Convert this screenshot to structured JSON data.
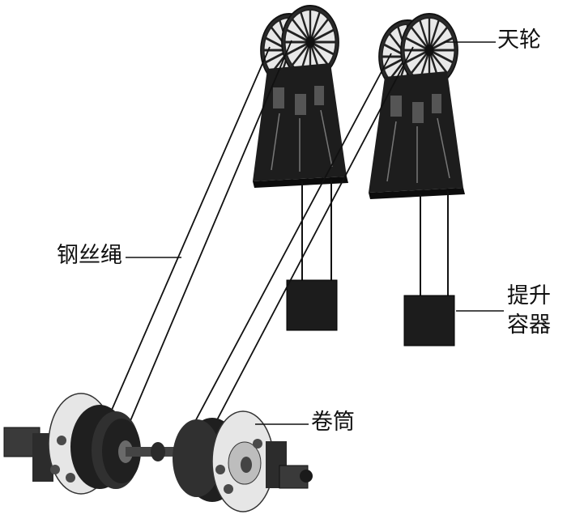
{
  "labels": {
    "sheave": "天轮",
    "rope": "钢丝绳",
    "container_line1": "提升",
    "container_line2": "容器",
    "drum": "卷筒"
  }
}
